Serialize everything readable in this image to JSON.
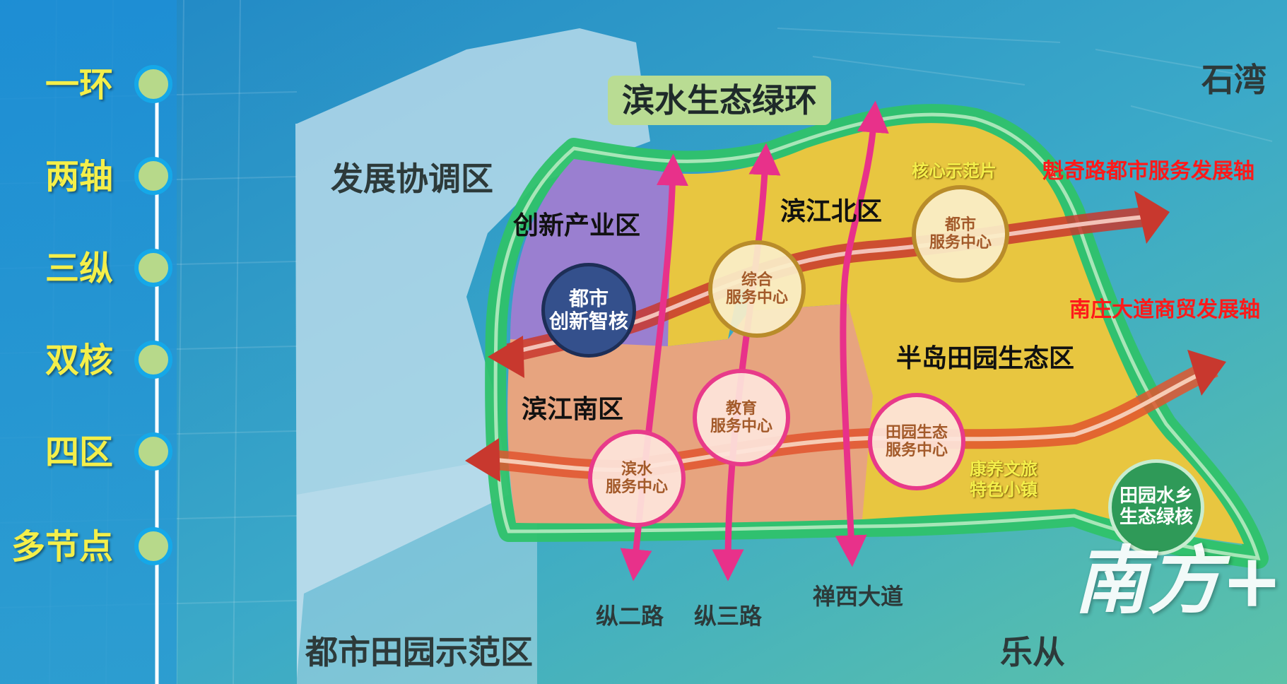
{
  "legend": [
    "一环",
    "两轴",
    "三纵",
    "双核",
    "四区",
    "多节点"
  ],
  "colors": {
    "background_sea": "#2a8fc4",
    "green_ring": "#2fc26a",
    "axis_red": "#c8382e",
    "road_pink": "#e8318a",
    "zone_yellow": "#e8c640",
    "zone_purple": "#9a7fd0",
    "zone_salmon": "#e7a47f",
    "legend_text": "#f4ef4a",
    "axis_label_red": "#ff1a1a"
  },
  "banner": "滨水生态绿环",
  "place_labels": {
    "shiwan": "石湾",
    "fazhan": "发展协调区",
    "dushi_tianyuan": "都市田园示范区",
    "lecong": "乐从"
  },
  "zones": {
    "chuangxin": "创新产业区",
    "binjiang_bei": "滨江北区",
    "binjiang_nan": "滨江南区",
    "bandao": "半岛田园生态区"
  },
  "axes": {
    "kuiqi": "魁奇路都市服务发展轴",
    "nanzhuang": "南庄大道商贸发展轴"
  },
  "roads": {
    "zong2": "纵二路",
    "zong3": "纵三路",
    "chanxi": "禅西大道"
  },
  "nodes": {
    "core_demo_label": "核心示范片",
    "kangyang": [
      "康养文旅",
      "特色小镇"
    ],
    "innovation_core": [
      "都市",
      "创新智核"
    ],
    "green_core": [
      "田园水乡",
      "生态绿核"
    ],
    "urban_service": [
      "都市",
      "服务中心"
    ],
    "general_service": [
      "综合",
      "服务中心"
    ],
    "education_service": [
      "教育",
      "服务中心"
    ],
    "waterfront_service": [
      "滨水",
      "服务中心"
    ],
    "pastoral_service": [
      "田园生态",
      "服务中心"
    ]
  },
  "watermark": "南方+"
}
